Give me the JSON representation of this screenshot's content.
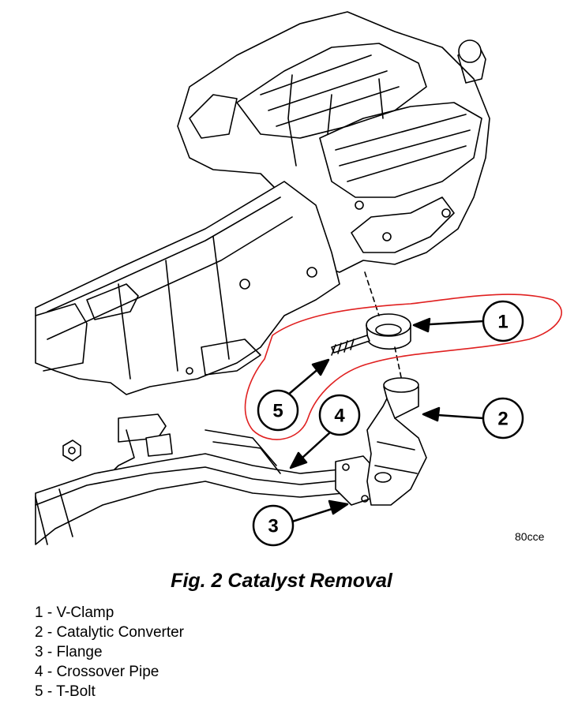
{
  "figure_code": "80cce",
  "caption": "Fig. 2 Catalyst Removal",
  "callouts": [
    "1",
    "2",
    "3",
    "4",
    "5"
  ],
  "legend": [
    "1 - V-Clamp",
    "2 - Catalytic Converter",
    "3 - Flange",
    "4 - Crossover Pipe",
    "5 - T-Bolt"
  ],
  "colors": {
    "line": "#000000",
    "highlight": "#e02020",
    "background": "#ffffff"
  }
}
